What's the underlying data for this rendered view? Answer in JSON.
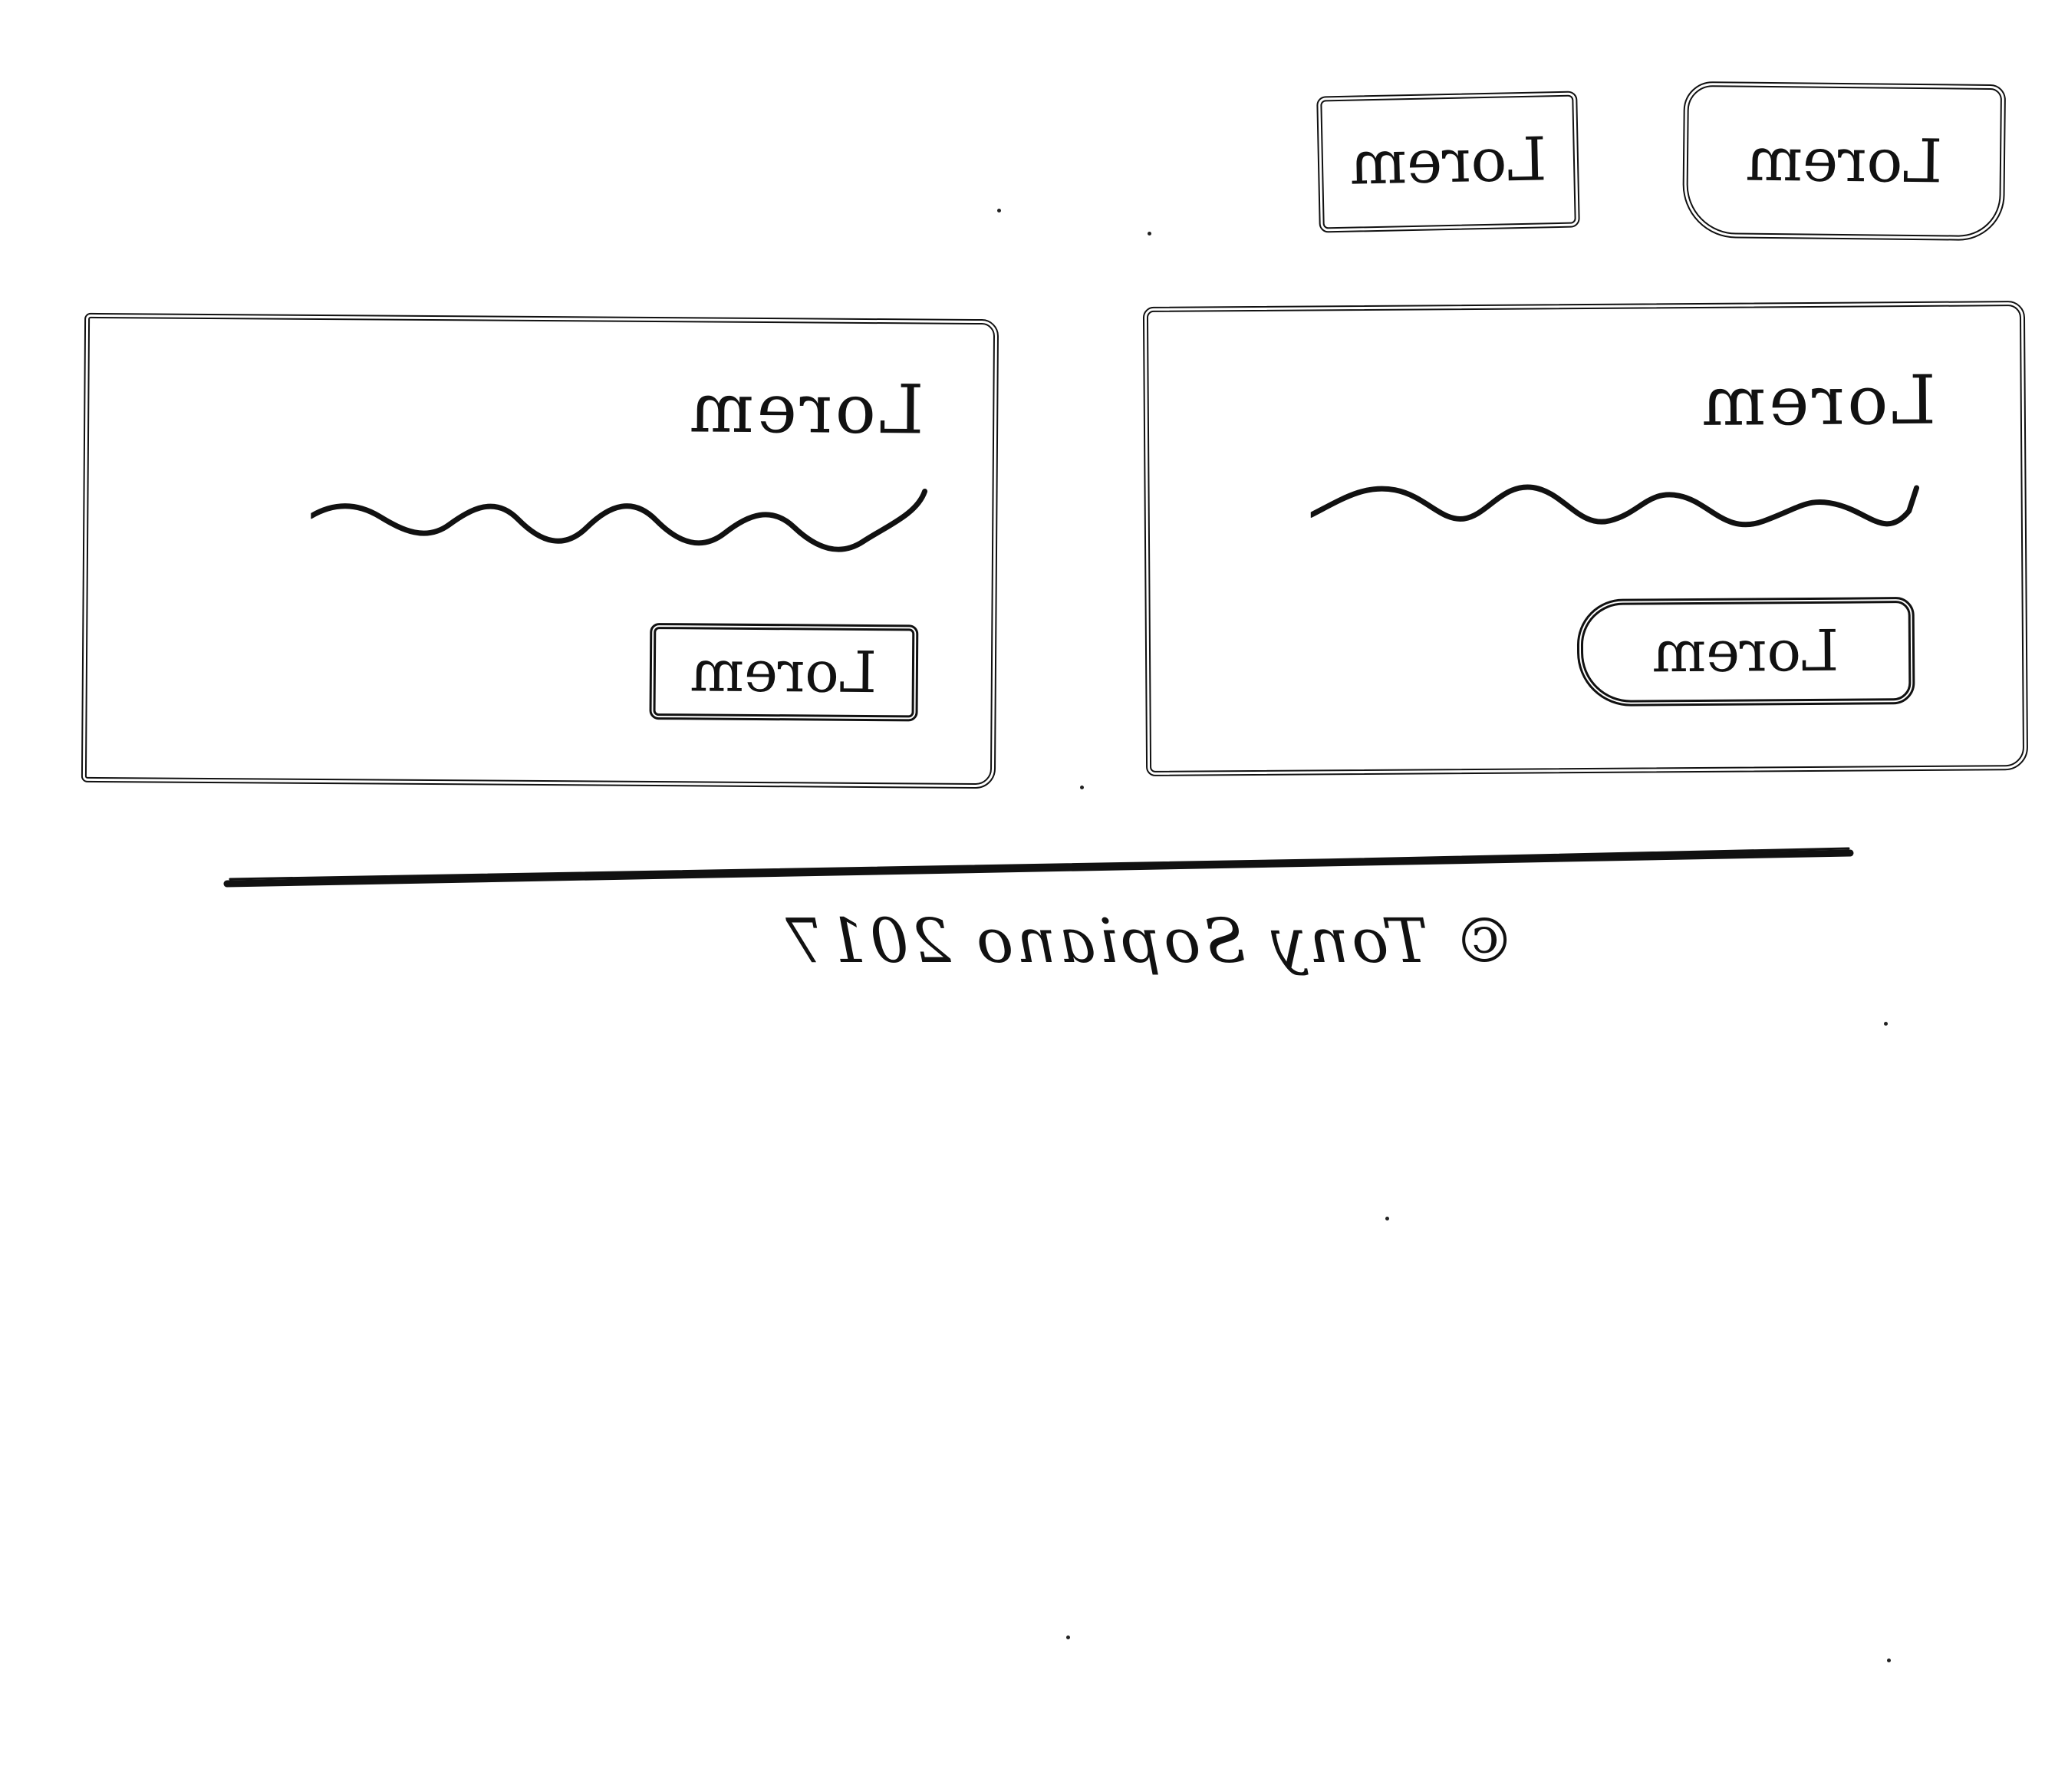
{
  "header": {
    "buttons": [
      {
        "label": "Lorem"
      },
      {
        "label": "Lorem"
      }
    ]
  },
  "cards": [
    {
      "title": "Lorem",
      "button_label": "Lorem"
    },
    {
      "title": "Lorem",
      "button_label": "Lorem"
    }
  ],
  "footer": {
    "copyright": "© Tony Sopiano 2017"
  },
  "colors": {
    "ink": "#111111",
    "paper": "#ffffff"
  }
}
